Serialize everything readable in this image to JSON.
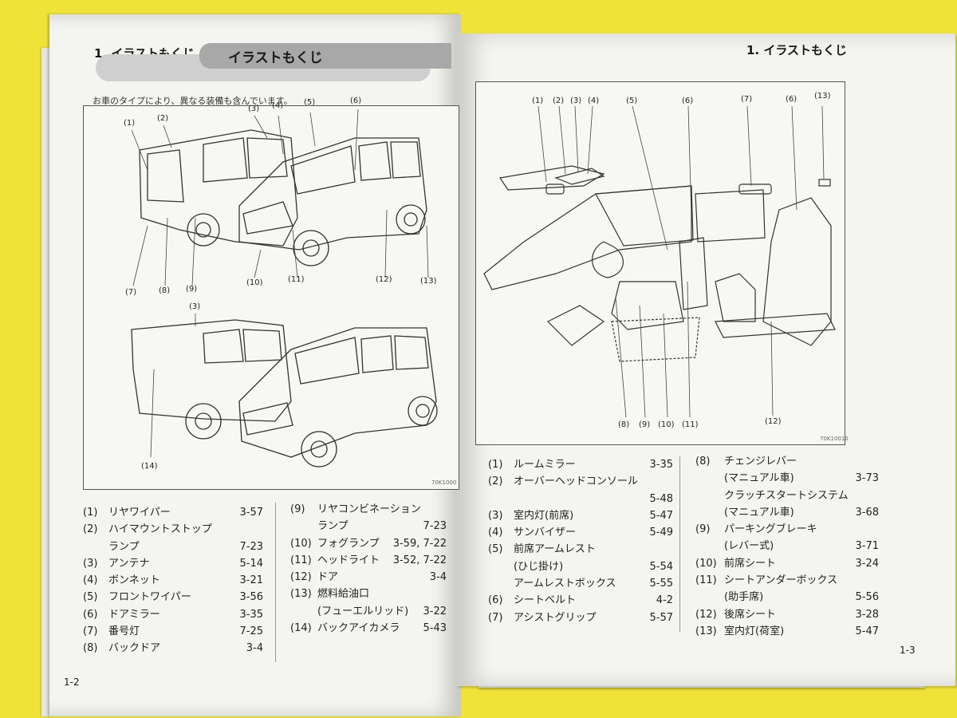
{
  "left_page": {
    "header": "1. イラストもくじ",
    "title": "イラストもくじ",
    "note": "お車のタイプにより、異なる装備も含んでいます。",
    "figure_code": "70K1000",
    "callouts_top": [
      "(1)",
      "(2)",
      "(3)",
      "(4)",
      "(5)",
      "(6)",
      "(7)",
      "(8)",
      "(9)",
      "(10)",
      "(11)",
      "(12)",
      "(13)"
    ],
    "callouts_bottom": [
      "(3)",
      "(14)"
    ],
    "list_col1": [
      {
        "no": "(1)",
        "name": "リヤワイパー",
        "page": "3-57"
      },
      {
        "no": "(2)",
        "name": "ハイマウントストップ",
        "page": ""
      },
      {
        "no": "",
        "name": "ランプ",
        "page": "7-23"
      },
      {
        "no": "(3)",
        "name": "アンテナ",
        "page": "5-14"
      },
      {
        "no": "(4)",
        "name": "ボンネット",
        "page": "3-21"
      },
      {
        "no": "(5)",
        "name": "フロントワイパー",
        "page": "3-56"
      },
      {
        "no": "(6)",
        "name": "ドアミラー",
        "page": "3-35"
      },
      {
        "no": "(7)",
        "name": "番号灯",
        "page": "7-25"
      },
      {
        "no": "(8)",
        "name": "バックドア",
        "page": "3-4"
      }
    ],
    "list_col2": [
      {
        "no": "(9)",
        "name": "リヤコンビネーション",
        "page": ""
      },
      {
        "no": "",
        "name": "ランプ",
        "page": "7-23"
      },
      {
        "no": "(10)",
        "name": "フォグランプ",
        "page": "3-59, 7-22"
      },
      {
        "no": "(11)",
        "name": "ヘッドライト",
        "page": "3-52, 7-22"
      },
      {
        "no": "(12)",
        "name": "ドア",
        "page": "3-4"
      },
      {
        "no": "(13)",
        "name": "燃料給油口",
        "page": ""
      },
      {
        "no": "",
        "name": "(フューエルリッド)",
        "page": "3-22"
      },
      {
        "no": "(14)",
        "name": "バックアイカメラ",
        "page": "5-43"
      }
    ],
    "page_number": "1-2"
  },
  "right_page": {
    "header": "1. イラストもくじ",
    "figure_code": "70K10010",
    "callouts_top": [
      "(1)",
      "(2)",
      "(3)",
      "(4)",
      "(5)",
      "(6)",
      "(7)",
      "(6)",
      "(13)"
    ],
    "callouts_bottom": [
      "(8)",
      "(9)",
      "(10)",
      "(11)",
      "(12)"
    ],
    "list_col1": [
      {
        "no": "(1)",
        "name": "ルームミラー",
        "page": "3-35"
      },
      {
        "no": "(2)",
        "name": "オーバーヘッドコンソール",
        "page": ""
      },
      {
        "no": "",
        "name": "",
        "page": "5-48"
      },
      {
        "no": "(3)",
        "name": "室内灯(前席)",
        "page": "5-47"
      },
      {
        "no": "(4)",
        "name": "サンバイザー",
        "page": "5-49"
      },
      {
        "no": "(5)",
        "name": "前席アームレスト",
        "page": ""
      },
      {
        "no": "",
        "name": "(ひじ掛け)",
        "page": "5-54"
      },
      {
        "no": "",
        "name": "アームレストボックス",
        "page": "5-55"
      },
      {
        "no": "(6)",
        "name": "シートベルト",
        "page": "4-2"
      },
      {
        "no": "(7)",
        "name": "アシストグリップ",
        "page": "5-57"
      }
    ],
    "list_col2": [
      {
        "no": "(8)",
        "name": "チェンジレバー",
        "page": ""
      },
      {
        "no": "",
        "name": "(マニュアル車)",
        "page": "3-73"
      },
      {
        "no": "",
        "name": "クラッチスタートシステム",
        "page": ""
      },
      {
        "no": "",
        "name": "(マニュアル車)",
        "page": "3-68"
      },
      {
        "no": "(9)",
        "name": "パーキングブレーキ",
        "page": ""
      },
      {
        "no": "",
        "name": "(レバー式)",
        "page": "3-71"
      },
      {
        "no": "(10)",
        "name": "前席シート",
        "page": "3-24"
      },
      {
        "no": "(11)",
        "name": "シートアンダーボックス",
        "page": ""
      },
      {
        "no": "",
        "name": "(助手席)",
        "page": "5-56"
      },
      {
        "no": "(12)",
        "name": "後席シート",
        "page": "3-28"
      },
      {
        "no": "(13)",
        "name": "室内灯(荷室)",
        "page": "5-47"
      }
    ],
    "page_number": "1-3"
  }
}
